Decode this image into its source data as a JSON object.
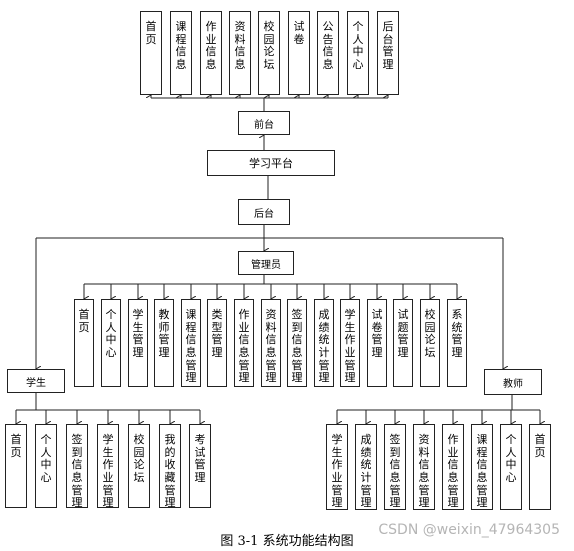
{
  "top_row": [
    "首页",
    "课程信息",
    "作业信息",
    "资料信息",
    "校园论坛",
    "试卷",
    "公告信息",
    "个人中心",
    "后台管理"
  ],
  "front": "前台",
  "platform": "学习平台",
  "back": "后台",
  "admin": "管理员",
  "admin_items": [
    "首页",
    "个人中心",
    "学生管理",
    "教师管理",
    "课程信息管理",
    "类型管理",
    "作业信息管理",
    "资料信息管理",
    "签到信息管理",
    "成绩统计管理",
    "学生作业管理",
    "试卷管理",
    "试题管理",
    "校园论坛",
    "系统管理"
  ],
  "student": "学生",
  "student_items": [
    "首页",
    "个人中心",
    "签到信息管理",
    "学生作业管理",
    "校园论坛",
    "我的收藏管理",
    "考试管理"
  ],
  "teacher": "教师",
  "teacher_items": [
    "学生作业管理",
    "成绩统计管理",
    "签到信息管理",
    "资料信息管理",
    "作业信息管理",
    "课程信息管理",
    "个人中心",
    "首页"
  ],
  "caption": "图 3-1 系统功能结构图",
  "watermark": "CSDN @weixin_47964305"
}
